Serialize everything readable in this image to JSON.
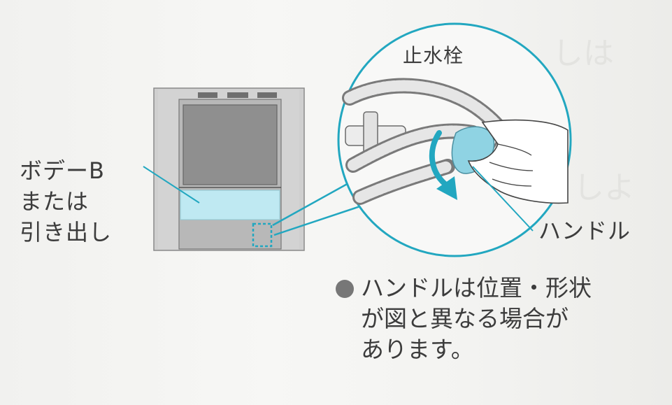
{
  "labels": {
    "body_b": [
      "ボデーB",
      "または",
      "引き出し"
    ],
    "shutoff_valve": "止水栓",
    "handle": "ハンドル"
  },
  "note": {
    "lines": [
      "ハンドルは位置・形状",
      "が図と異なる場合が",
      "あります。"
    ]
  },
  "colors": {
    "accent": "#22a7c0",
    "drawer_fill": "#bfe9f2",
    "cabinet_fill": "#c9c9c9",
    "bullet": "#777777"
  }
}
